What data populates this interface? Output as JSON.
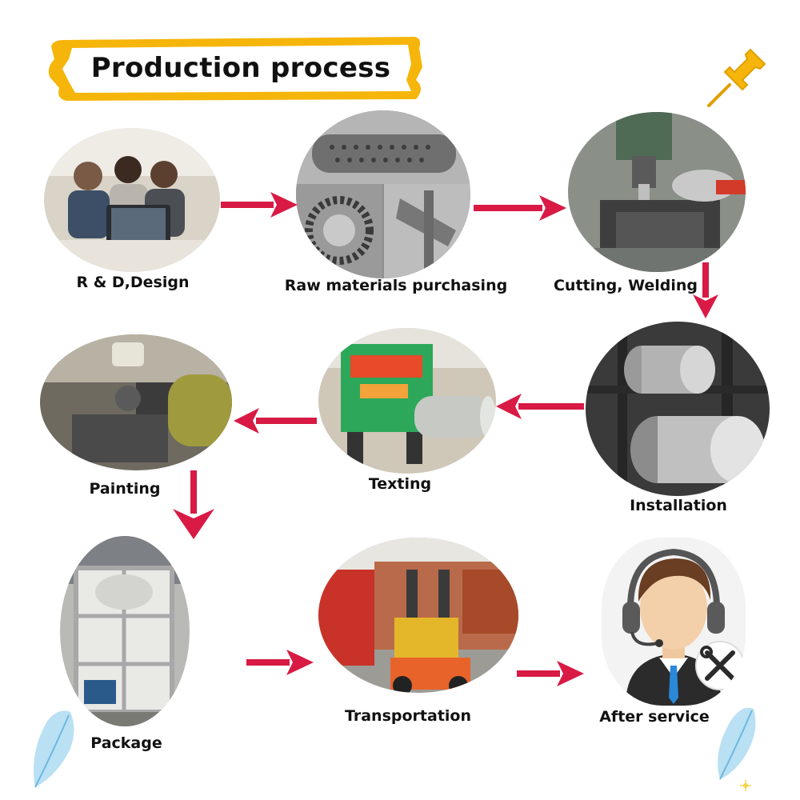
{
  "title": "Production process",
  "colors": {
    "arrow": "#d81a45",
    "banner": "#f5b50a",
    "pin": "#f5b50a"
  },
  "steps": [
    {
      "label": "R & D,Design",
      "icon": "team-meeting-photo"
    },
    {
      "label": "Raw materials purchasing",
      "icon": "metal-parts-photo"
    },
    {
      "label": "Cutting, Welding",
      "icon": "milling-machine-photo"
    },
    {
      "label": "Installation",
      "icon": "metal-drums-photo"
    },
    {
      "label": "Texting",
      "icon": "green-machine-photo"
    },
    {
      "label": "Painting",
      "icon": "spray-painting-photo"
    },
    {
      "label": "Package",
      "icon": "packaged-machine-photo"
    },
    {
      "label": "Transportation",
      "icon": "forklift-truck-photo"
    },
    {
      "label": "After service",
      "icon": "support-agent-icon"
    }
  ]
}
